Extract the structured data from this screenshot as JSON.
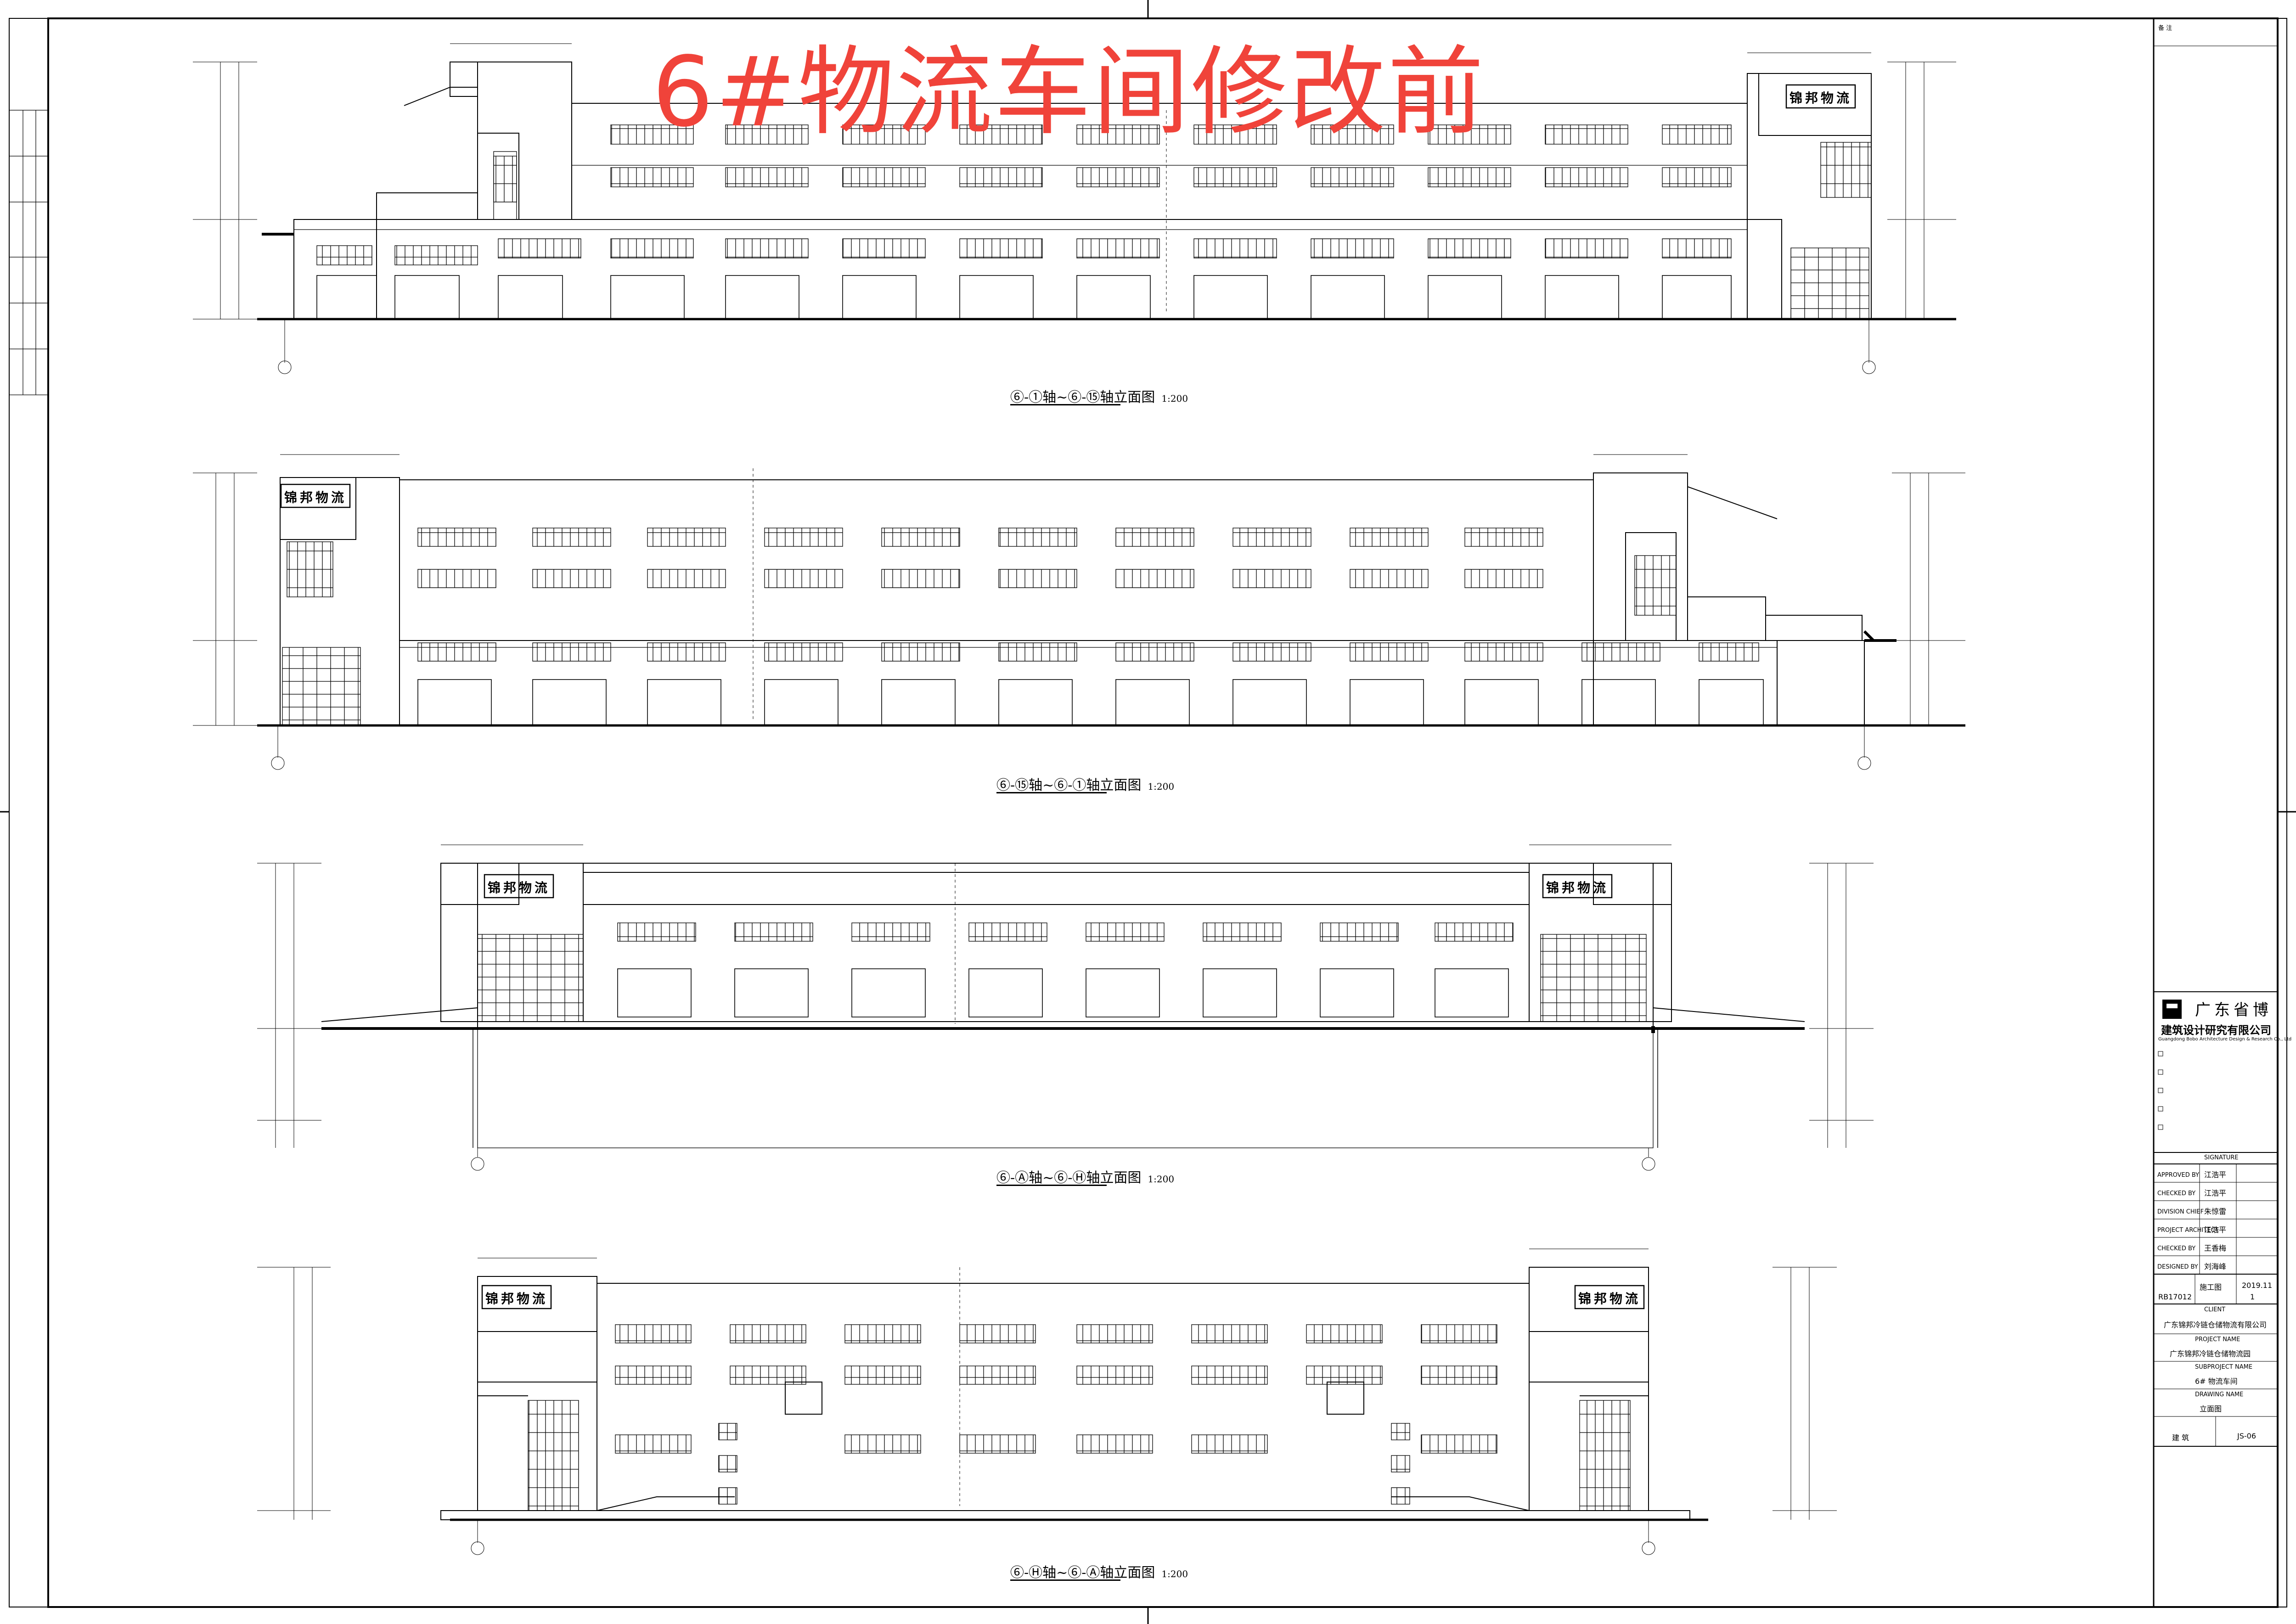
{
  "sheet_title": "6#物流车间修改前",
  "elevations": [
    {
      "caption": "⑥-①轴~⑥-⑮轴立面图",
      "scale": "1:200",
      "sign": "锦邦物流"
    },
    {
      "caption": "⑥-⑮轴~⑥-①轴立面图",
      "scale": "1:200",
      "sign": "锦邦物流"
    },
    {
      "caption": "⑥-Ⓐ轴~⑥-Ⓗ轴立面图",
      "scale": "1:200",
      "sign": "锦邦物流"
    },
    {
      "caption": "⑥-Ⓗ轴~⑥-Ⓐ轴立面图",
      "scale": "1:200",
      "sign": "锦邦物流"
    }
  ],
  "title_block": {
    "company_cn": "广东省博",
    "company_cn2": "建筑设计研究有限公司",
    "company_en": "Guangdong Bobo Architecture Design & Research Co., Ltd",
    "signature_header": "SIGNATURE",
    "roles": [
      {
        "role": "APPROVED BY",
        "name": "江浩平"
      },
      {
        "role": "CHECKED BY",
        "name": "江浩平"
      },
      {
        "role": "DIVISION CHIEF",
        "name": "朱惊雷"
      },
      {
        "role": "PROJECT ARCHITECT",
        "name": "江浩平"
      },
      {
        "role": "CHECKED BY",
        "name": "王香梅"
      },
      {
        "role": "DESIGNED BY",
        "name": "刘海峰"
      }
    ],
    "phase": "施工图",
    "project_no": "RB17012",
    "date": "2019.11",
    "edition": "1",
    "client_label": "CLIENT",
    "client": "广东锦邦冷链仓储物流有限公司",
    "project_label": "PROJECT NAME",
    "project": "广东锦邦冷链仓储物流园",
    "subproject_label": "SUBPROJECT NAME",
    "subproject": "6# 物流车间",
    "drawing_label": "DRAWING NAME",
    "drawing": "立面图",
    "discipline": "建 筑",
    "sheet_no": "JS-06",
    "remarks_label": "备 注"
  }
}
